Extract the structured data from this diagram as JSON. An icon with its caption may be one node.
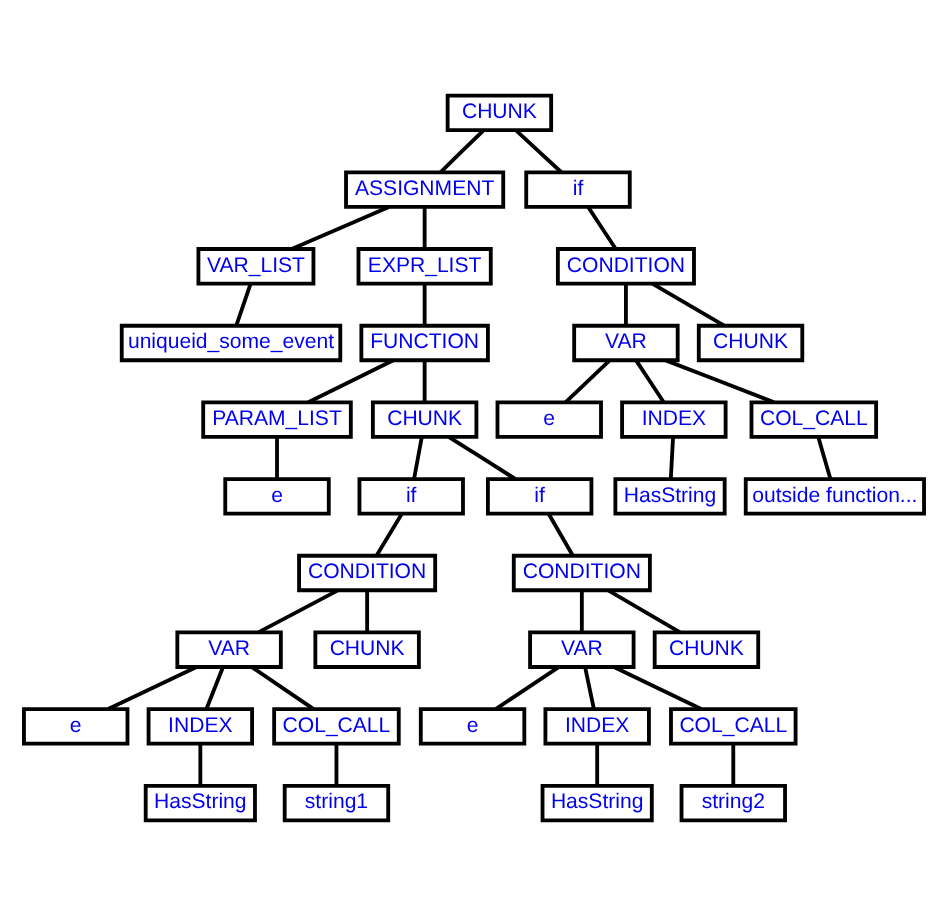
{
  "diagram": {
    "nodes": [
      {
        "text": [
          "CHUNK"
        ]
      },
      {
        "text": [
          "ASSIGNMENT"
        ]
      },
      {
        "text": [
          "if"
        ]
      },
      {
        "text": [
          "VAR_LIST"
        ]
      },
      {
        "text": [
          "EXPR_LIST"
        ]
      },
      {
        "text": [
          "CONDITION"
        ]
      },
      {
        "text": [
          "uniqueid_some_event"
        ]
      },
      {
        "text": [
          "FUNCTION"
        ]
      },
      {
        "text": [
          "VAR"
        ]
      },
      {
        "text": [
          "CHUNK"
        ]
      },
      {
        "text": [
          "PARAM_LIST"
        ]
      },
      {
        "text": [
          "CHUNK"
        ]
      },
      {
        "text": [
          "e"
        ]
      },
      {
        "text": [
          "INDEX"
        ]
      },
      {
        "text": [
          "COL_CALL"
        ]
      },
      {
        "text": [
          "e"
        ]
      },
      {
        "text": [
          "if"
        ]
      },
      {
        "text": [
          "if"
        ]
      },
      {
        "text": [
          "HasString"
        ]
      },
      {
        "text": [
          "outside function..."
        ]
      },
      {
        "text": [
          "CONDITION"
        ]
      },
      {
        "text": [
          "CONDITION"
        ]
      },
      {
        "text": [
          "VAR"
        ]
      },
      {
        "text": [
          "CHUNK"
        ]
      },
      {
        "text": [
          "VAR"
        ]
      },
      {
        "text": [
          "CHUNK"
        ]
      },
      {
        "text": [
          "e"
        ]
      },
      {
        "text": [
          "INDEX"
        ]
      },
      {
        "text": [
          "COL_CALL"
        ]
      },
      {
        "text": [
          "e"
        ]
      },
      {
        "text": [
          "INDEX"
        ]
      },
      {
        "text": [
          "COL_CALL"
        ]
      },
      {
        "text": [
          "HasString"
        ]
      },
      {
        "text": [
          "string1"
        ]
      },
      {
        "text": [
          "HasString"
        ]
      },
      {
        "text": [
          "string2"
        ]
      }
    ],
    "edges": [
      {
        "from": 0,
        "to": 1,
        "arrow": "none"
      },
      {
        "from": 0,
        "to": 2,
        "arrow": "none"
      },
      {
        "from": 1,
        "to": 3,
        "arrow": "none"
      },
      {
        "from": 1,
        "to": 4,
        "arrow": "none"
      },
      {
        "from": 2,
        "to": 5,
        "arrow": "none"
      },
      {
        "from": 3,
        "to": 6,
        "arrow": "none"
      },
      {
        "from": 4,
        "to": 7,
        "arrow": "none"
      },
      {
        "from": 5,
        "to": 8,
        "arrow": "none"
      },
      {
        "from": 5,
        "to": 9,
        "arrow": "none"
      },
      {
        "from": 7,
        "to": 10,
        "arrow": "none"
      },
      {
        "from": 7,
        "to": 11,
        "arrow": "none"
      },
      {
        "from": 8,
        "to": 12,
        "arrow": "none"
      },
      {
        "from": 8,
        "to": 13,
        "arrow": "none"
      },
      {
        "from": 8,
        "to": 14,
        "arrow": "none"
      },
      {
        "from": 10,
        "to": 15,
        "arrow": "none"
      },
      {
        "from": 11,
        "to": 16,
        "arrow": "none"
      },
      {
        "from": 11,
        "to": 17,
        "arrow": "none"
      },
      {
        "from": 13,
        "to": 18,
        "arrow": "none"
      },
      {
        "from": 14,
        "to": 19,
        "arrow": "none"
      },
      {
        "from": 16,
        "to": 20,
        "arrow": "none"
      },
      {
        "from": 17,
        "to": 21,
        "arrow": "none"
      },
      {
        "from": 20,
        "to": 22,
        "arrow": "none"
      },
      {
        "from": 20,
        "to": 23,
        "arrow": "none"
      },
      {
        "from": 21,
        "to": 24,
        "arrow": "none"
      },
      {
        "from": 21,
        "to": 25,
        "arrow": "none"
      },
      {
        "from": 22,
        "to": 26,
        "arrow": "none"
      },
      {
        "from": 22,
        "to": 27,
        "arrow": "none"
      },
      {
        "from": 22,
        "to": 28,
        "arrow": "none"
      },
      {
        "from": 24,
        "to": 29,
        "arrow": "none"
      },
      {
        "from": 24,
        "to": 30,
        "arrow": "none"
      },
      {
        "from": 24,
        "to": 31,
        "arrow": "none"
      },
      {
        "from": 27,
        "to": 32,
        "arrow": "none"
      },
      {
        "from": 28,
        "to": 33,
        "arrow": "none"
      },
      {
        "from": 30,
        "to": 34,
        "arrow": "none"
      },
      {
        "from": 31,
        "to": 35,
        "arrow": "none"
      }
    ]
  }
}
